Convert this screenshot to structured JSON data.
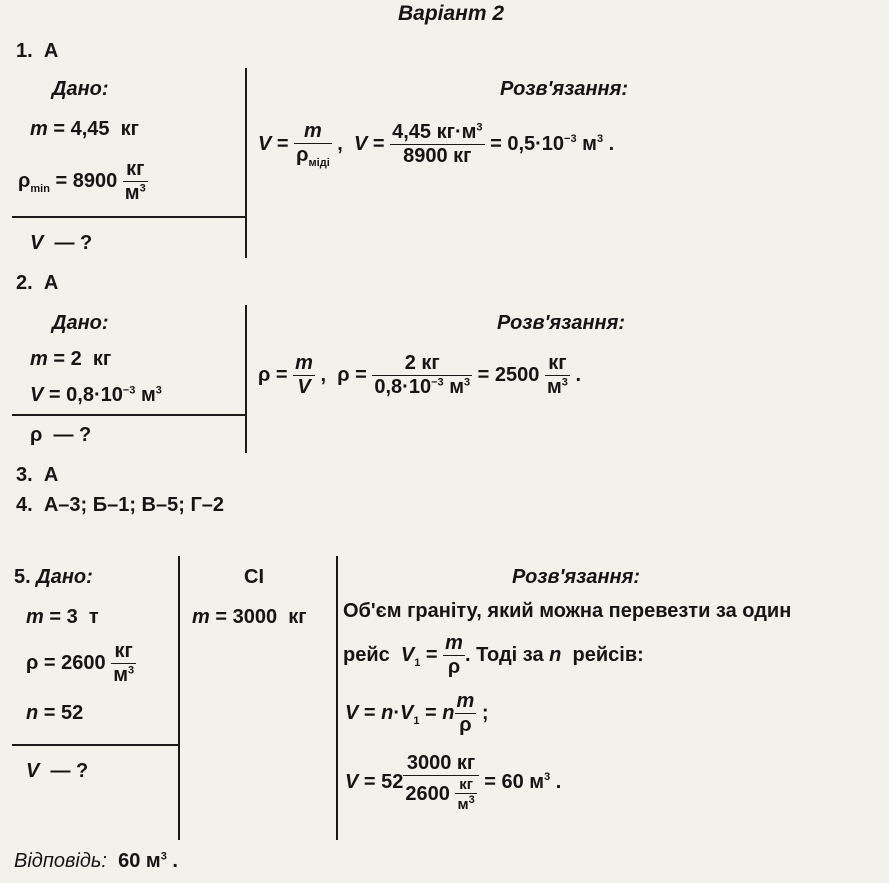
{
  "title": "Варіант 2",
  "labels": {
    "given": "Дано:",
    "solution": "Розв'язання:",
    "si": "СІ",
    "answer_label": "Відповідь:"
  },
  "task1": {
    "number": "1.",
    "answer": "А",
    "given": [
      "m = 4,45 кг",
      "ρmin = 8900 кг/м3"
    ],
    "find": "V — ?",
    "solution": "V = m/ρміді , V = 4,45 кг·м3 / 8900 кг = 0,5·10-3 м3 ."
  },
  "task2": {
    "number": "2.",
    "answer": "А",
    "given": [
      "m = 2 кг",
      "V = 0,8·10-3 м3"
    ],
    "find": "ρ — ?",
    "solution": "ρ = m/V , ρ = 2 кг / 0,8·10-3 м3 = 2500 кг/м3 ."
  },
  "task3": {
    "number": "3.",
    "answer": "А"
  },
  "task4": {
    "number": "4.",
    "answer": "А–3; Б–1; В–5; Г–2"
  },
  "task5": {
    "number": "5.",
    "given": [
      "m = 3 т",
      "ρ = 2600 кг/м3",
      "n = 52"
    ],
    "find": "V — ?",
    "si": "m = 3000 кг",
    "text1": "Об'єм граніту, який можна перевезти за один",
    "text2": "рейс",
    "text3": ". Тоді за",
    "text4": "рейсів:",
    "final_answer": "60 м3 ."
  }
}
